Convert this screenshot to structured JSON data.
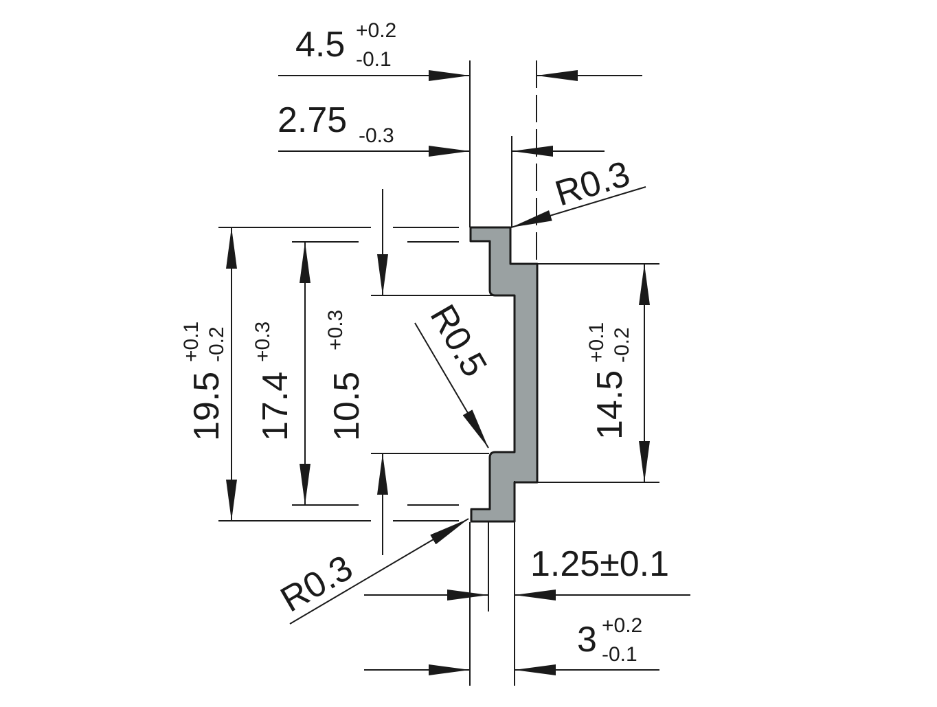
{
  "colors": {
    "profile_fill": "#9aa1a2",
    "line": "#1a1a1a",
    "background": "#ffffff"
  },
  "dims": {
    "top_width": {
      "base": "4.5",
      "upper": "+0.2",
      "lower": "-0.1"
    },
    "top_inner": {
      "base": "2.75",
      "lower": "-0.3"
    },
    "radius_top": "R0.3",
    "radius_mid": "R0.5",
    "radius_bottom": "R0.3",
    "height_total": {
      "base": "19.5",
      "upper": "+0.1",
      "lower": "-0.2"
    },
    "height_outer": {
      "base": "17.4",
      "upper": "+0.3"
    },
    "height_inner": {
      "base": "10.5",
      "upper": "+0.3"
    },
    "height_back": {
      "base": "14.5",
      "upper": "+0.1",
      "lower": "-0.2"
    },
    "thickness": {
      "text": "1.25±0.1"
    },
    "bottom_width": {
      "base": "3",
      "upper": "+0.2",
      "lower": "-0.1"
    }
  }
}
